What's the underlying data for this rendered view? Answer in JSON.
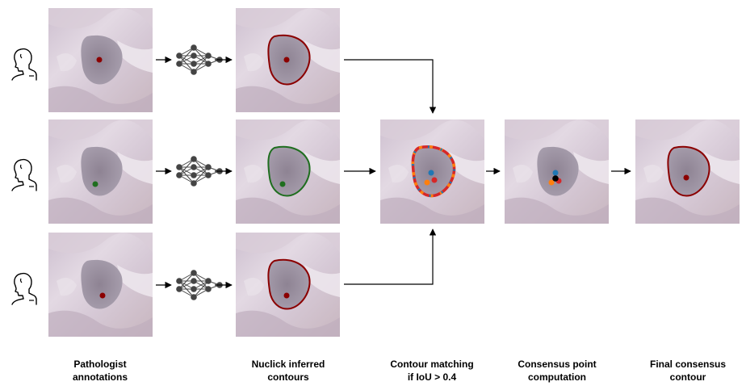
{
  "captions": {
    "pathologist": [
      "Pathologist",
      "annotations"
    ],
    "nuclick": [
      "Nuclick inferred",
      "contours"
    ],
    "matching": [
      "Contour matching",
      "if IoU > 0.4"
    ],
    "consensus_point": [
      "Consensus point",
      "computation"
    ],
    "final": [
      "Final consensus",
      "contour"
    ]
  },
  "colors": {
    "annotator_1": "#8b0000",
    "annotator_2": "#1f6e1f",
    "annotator_3": "#8b0000",
    "match_blue": "#1f77b4",
    "match_orange": "#ff7f0e",
    "match_red": "#d62728",
    "arrow": "#000000"
  },
  "icons": {
    "annotator": "pathologist-head-icon",
    "network": "neural-network-icon"
  }
}
